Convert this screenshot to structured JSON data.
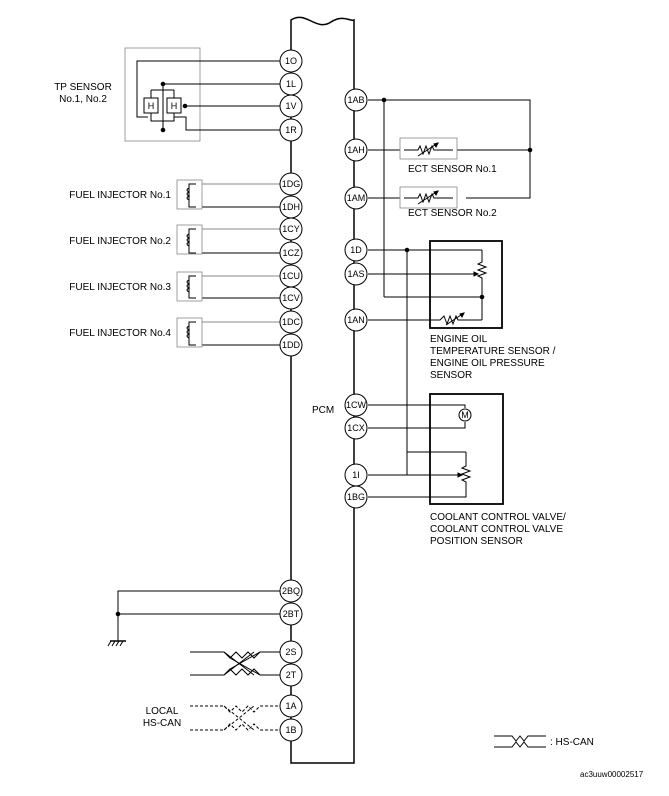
{
  "pcm": {
    "label": "PCM"
  },
  "tp_sensor": {
    "line1": "TP SENSOR",
    "line2": "No.1, No.2",
    "h_left": "H",
    "h_right": "H"
  },
  "injectors": [
    {
      "label": "FUEL INJECTOR No.1"
    },
    {
      "label": "FUEL INJECTOR No.2"
    },
    {
      "label": "FUEL INJECTOR No.3"
    },
    {
      "label": "FUEL INJECTOR No.4"
    }
  ],
  "ect1": {
    "label": "ECT SENSOR No.1"
  },
  "ect2": {
    "label": "ECT SENSOR No.2"
  },
  "oil_sensor": {
    "line1": "ENGINE OIL",
    "line2": "TEMPERATURE SENSOR /",
    "line3": "ENGINE OIL PRESSURE",
    "line4": "SENSOR"
  },
  "coolant_valve": {
    "line1": "COOLANT CONTROL VALVE/",
    "line2": "COOLANT CONTROL VALVE",
    "line3": "POSITION SENSOR",
    "motor": "M"
  },
  "local_can": {
    "line1": "LOCAL",
    "line2": "HS-CAN"
  },
  "legend": {
    "label": ": HS-CAN"
  },
  "doc_id": "ac3uuw00002517",
  "pins_left": {
    "p1O": "1O",
    "p1L": "1L",
    "p1V": "1V",
    "p1R": "1R",
    "p1DG": "1DG",
    "p1DH": "1DH",
    "p1CY": "1CY",
    "p1CZ": "1CZ",
    "p1CU": "1CU",
    "p1CV": "1CV",
    "p1DC": "1DC",
    "p1DD": "1DD",
    "p2BQ": "2BQ",
    "p2BT": "2BT",
    "p2S": "2S",
    "p2T": "2T",
    "p1A": "1A",
    "p1B": "1B"
  },
  "pins_right": {
    "p1AB": "1AB",
    "p1AH": "1AH",
    "p1AM": "1AM",
    "p1D": "1D",
    "p1AS": "1AS",
    "p1AN": "1AN",
    "p1CW": "1CW",
    "p1CX": "1CX",
    "p1I": "1I",
    "p1BG": "1BG"
  }
}
